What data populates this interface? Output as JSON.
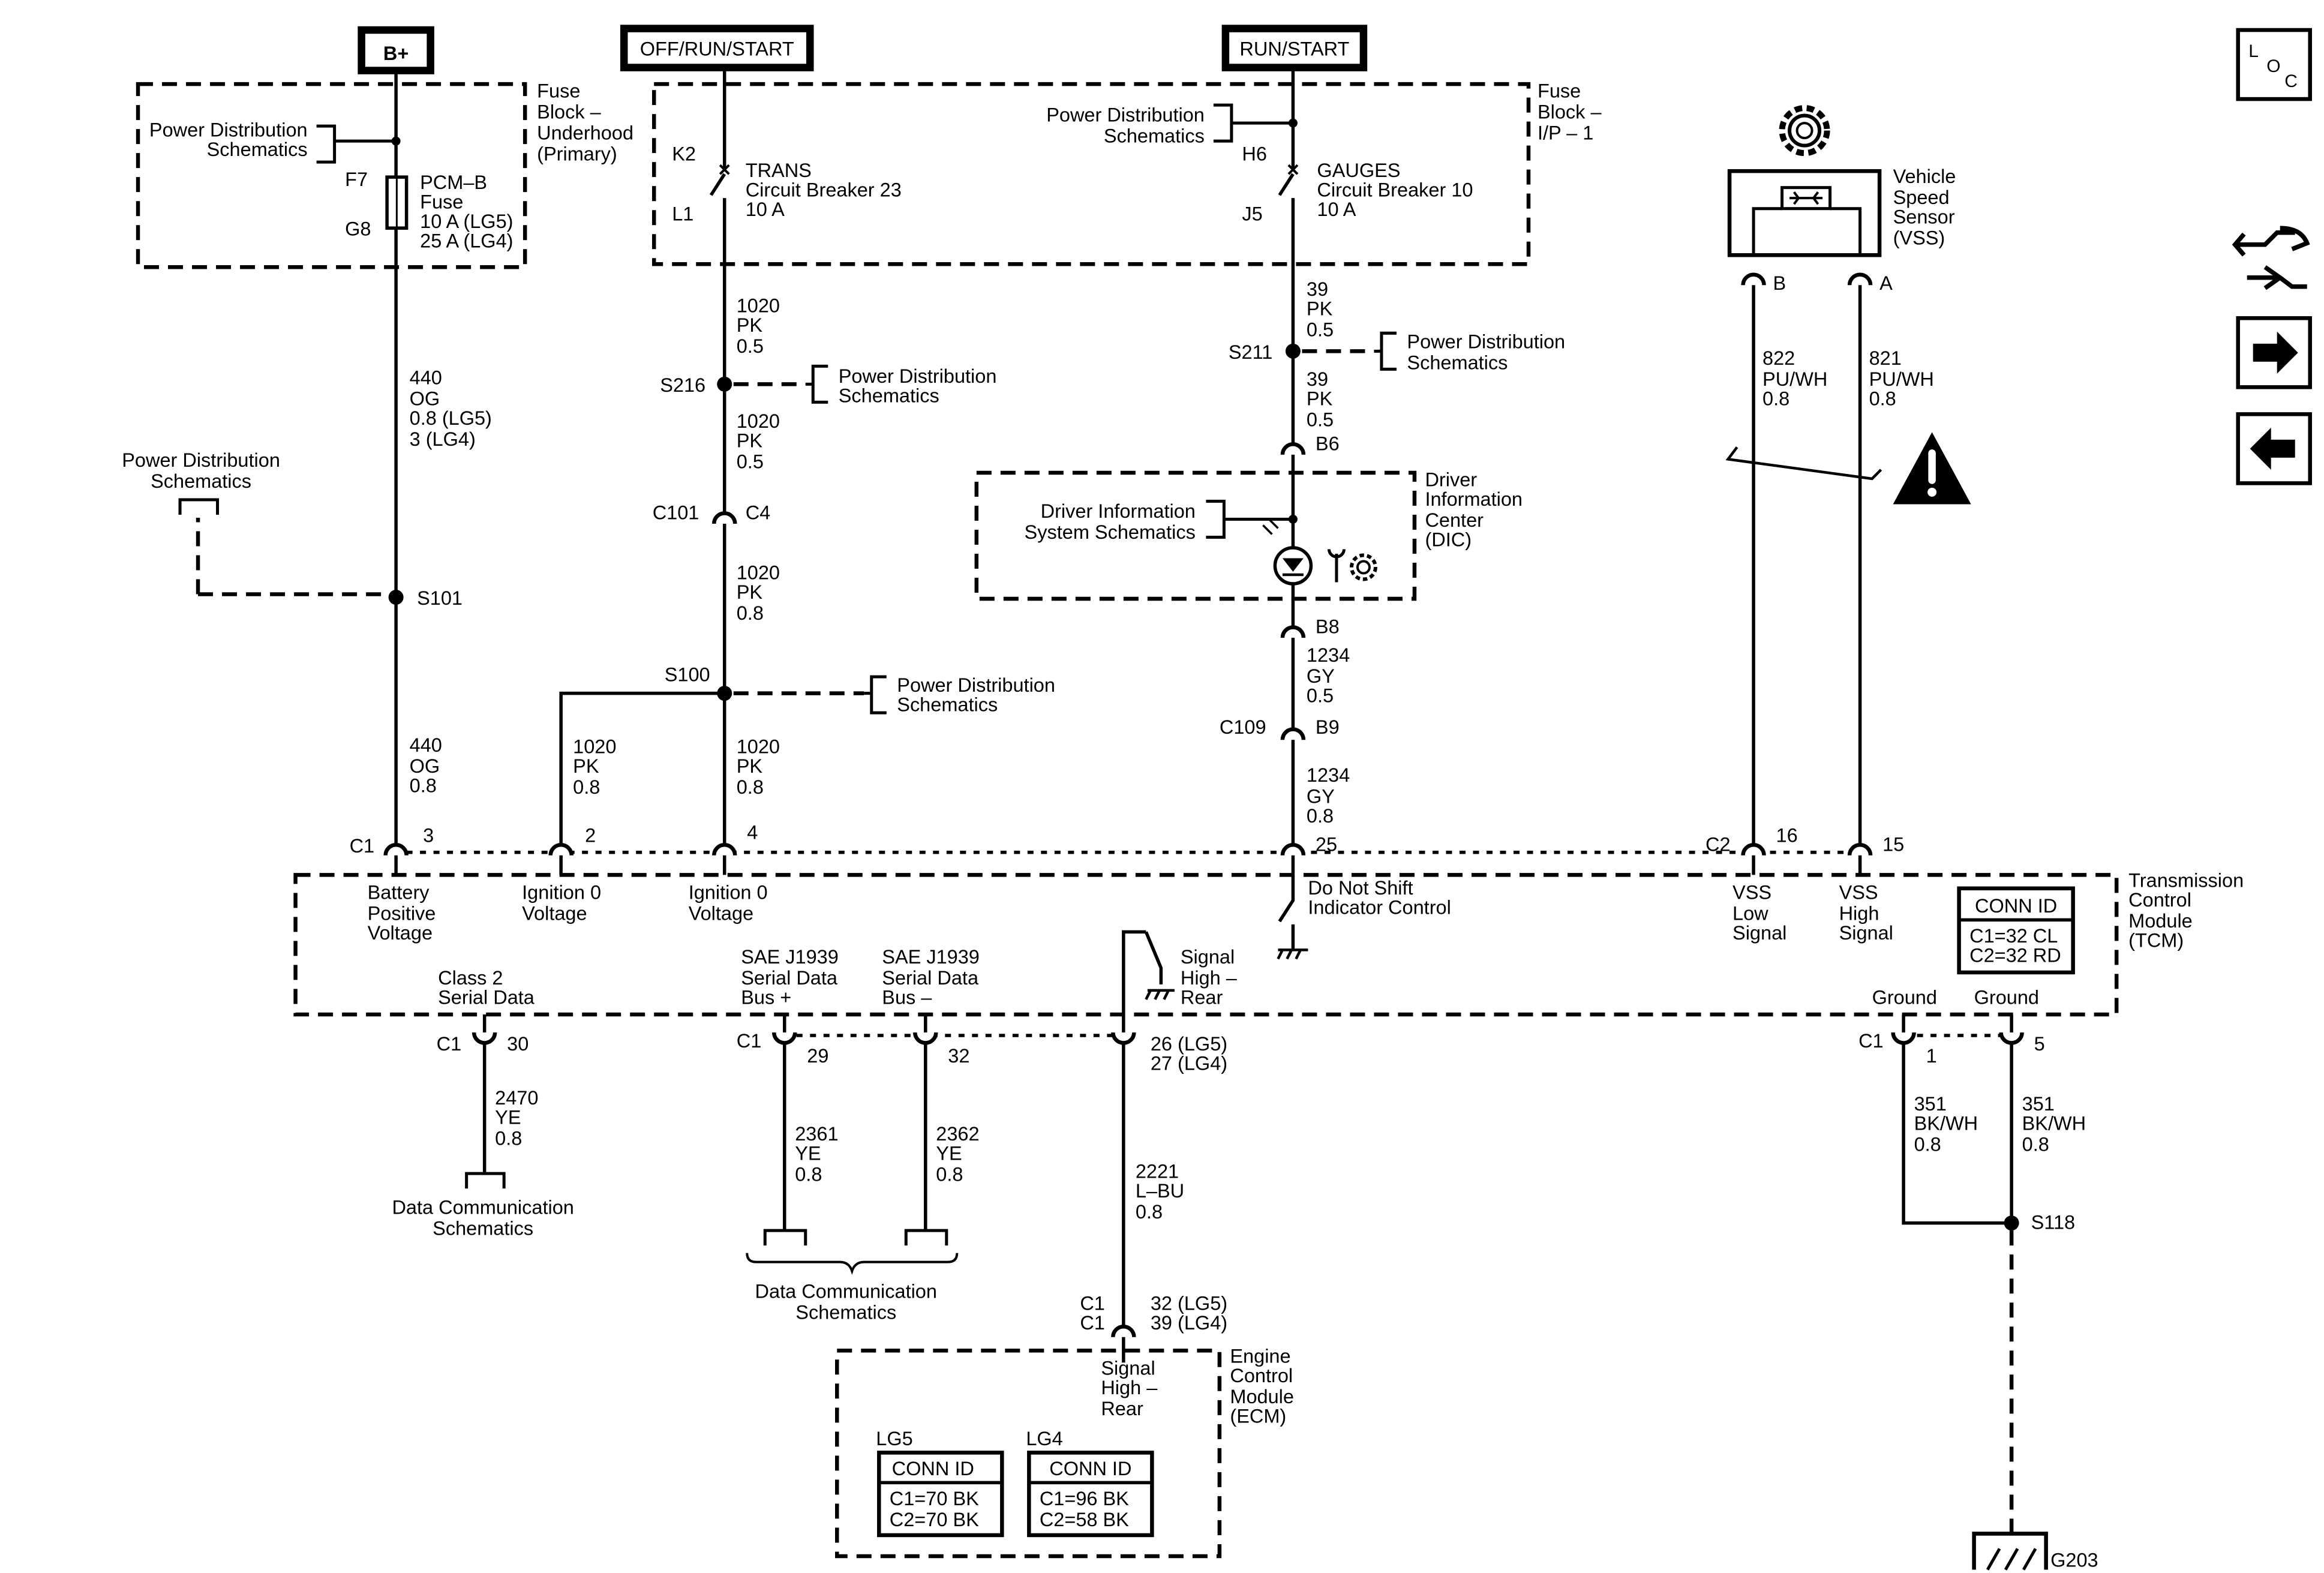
{
  "sources": {
    "bplus": "B+",
    "offrunstart": "OFF/RUN/START",
    "runstart": "RUN/START"
  },
  "pdist": "Power Distribution",
  "schem": "Schematics",
  "fuse_block_uh": [
    "Fuse",
    "Block –",
    "Underhood",
    "(Primary)"
  ],
  "fuse_block_ip": [
    "Fuse",
    "Block –",
    "I/P – 1"
  ],
  "fuse": {
    "top_pin": "F7",
    "bottom_pin": "G8",
    "lines": [
      "PCM–B",
      "Fuse",
      "10 A (LG5)",
      "25 A (LG4)"
    ]
  },
  "cb_trans": {
    "top_pin": "K2",
    "bottom_pin": "L1",
    "lines": [
      "TRANS",
      "Circuit Breaker 23",
      "10 A"
    ]
  },
  "cb_gauges": {
    "top_pin": "H6",
    "bottom_pin": "J5",
    "lines": [
      "GAUGES",
      "Circuit Breaker 10",
      "10 A"
    ]
  },
  "wires": {
    "w440a": [
      "440",
      "OG",
      "0.8 (LG5)",
      "3 (LG4)"
    ],
    "w440b": [
      "440",
      "OG",
      "0.8"
    ],
    "w1020a": [
      "1020",
      "PK",
      "0.5"
    ],
    "w1020b": [
      "1020",
      "PK",
      "0.5"
    ],
    "w1020c": [
      "1020",
      "PK",
      "0.8"
    ],
    "w1020d": [
      "1020",
      "PK",
      "0.8"
    ],
    "w1020e": [
      "1020",
      "PK",
      "0.8"
    ],
    "w39a": [
      "39",
      "PK",
      "0.5"
    ],
    "w39b": [
      "39",
      "PK",
      "0.5"
    ],
    "w1234a": [
      "1234",
      "GY",
      "0.5"
    ],
    "w1234b": [
      "1234",
      "GY",
      "0.8"
    ],
    "w822": [
      "822",
      "PU/WH",
      "0.8"
    ],
    "w821": [
      "821",
      "PU/WH",
      "0.8"
    ],
    "w2470": [
      "2470",
      "YE",
      "0.8"
    ],
    "w2361": [
      "2361",
      "YE",
      "0.8"
    ],
    "w2362": [
      "2362",
      "YE",
      "0.8"
    ],
    "w2221": [
      "2221",
      "L–BU",
      "0.8"
    ],
    "w351a": [
      "351",
      "BK/WH",
      "0.8"
    ],
    "w351b": [
      "351",
      "BK/WH",
      "0.8"
    ]
  },
  "splices": {
    "s101": "S101",
    "s216": "S216",
    "s100": "S100",
    "s211": "S211",
    "s118": "S118"
  },
  "connectors": {
    "c101": "C101",
    "c4": "C4",
    "b6": "B6",
    "b8": "B8",
    "c109": "C109",
    "b9": "B9",
    "c1": "C1",
    "c2": "C2"
  },
  "pins": {
    "p3": "3",
    "p2": "2",
    "p4": "4",
    "p25": "25",
    "p16": "16",
    "p15": "15",
    "p30": "30",
    "p29": "29",
    "p32": "32",
    "p26": "26 (LG5)",
    "p27": "27 (LG4)",
    "p1": "1",
    "p5": "5",
    "pB": "B",
    "pA": "A",
    "ecm1": "32 (LG5)",
    "ecm2": "39 (LG4)"
  },
  "dic": {
    "sys": [
      "Driver Information",
      "System Schematics"
    ],
    "name": [
      "Driver",
      "Information",
      "Center",
      "(DIC)"
    ]
  },
  "vss": {
    "name": [
      "Vehicle",
      "Speed",
      "Sensor",
      "(VSS)"
    ]
  },
  "tcm": {
    "name": [
      "Transmission",
      "Control",
      "Module",
      "(TCM)"
    ],
    "bat": [
      "Battery",
      "Positive",
      "Voltage"
    ],
    "ign1": [
      "Ignition 0",
      "Voltage"
    ],
    "ign2": [
      "Ignition 0",
      "Voltage"
    ],
    "dns": [
      "Do Not Shift",
      "Indicator Control"
    ],
    "vssl": [
      "VSS",
      "Low",
      "Signal"
    ],
    "vssh": [
      "VSS",
      "High",
      "Signal"
    ],
    "class2": [
      "Class 2",
      "Serial Data"
    ],
    "saep": [
      "SAE J1939",
      "Serial Data",
      "Bus +"
    ],
    "saem": [
      "SAE J1939",
      "Serial Data",
      "Bus –"
    ],
    "sig": [
      "Signal",
      "High –",
      "Rear"
    ],
    "gnd1": "Ground",
    "gnd2": "Ground",
    "conn_id": {
      "title": "CONN ID",
      "lines": [
        "C1=32 CL",
        "C2=32 RD"
      ]
    }
  },
  "datacomm": [
    "Data Communication",
    "Schematics"
  ],
  "ecm": {
    "name": [
      "Engine",
      "Control",
      "Module",
      "(ECM)"
    ],
    "sig": [
      "Signal",
      "High –",
      "Rear"
    ],
    "lg5": {
      "label": "LG5",
      "title": "CONN ID",
      "lines": [
        "C1=70 BK",
        "C2=70 BK"
      ]
    },
    "lg4": {
      "label": "LG4",
      "title": "CONN ID",
      "lines": [
        "C1=96 BK",
        "C2=58 BK"
      ]
    }
  },
  "ground": "G203",
  "loc": {
    "l": "L",
    "o": "O",
    "c": "C"
  }
}
